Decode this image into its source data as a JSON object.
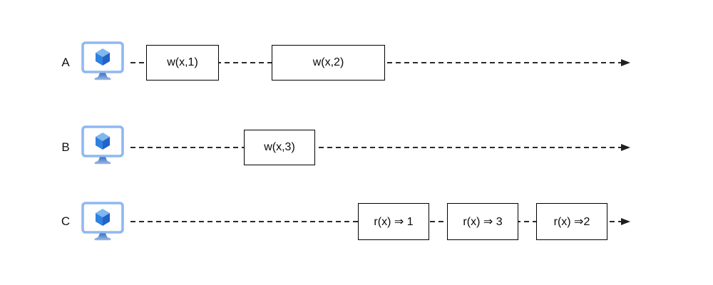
{
  "diagram": {
    "type": "replica-consistency-timeline",
    "rows": [
      {
        "label": "A",
        "node_icon": "vm-monitor-cube-icon",
        "events": [
          {
            "label": "w(x,1)"
          },
          {
            "label": "w(x,2)"
          }
        ]
      },
      {
        "label": "B",
        "node_icon": "vm-monitor-cube-icon",
        "events": [
          {
            "label": "w(x,3)"
          }
        ]
      },
      {
        "label": "C",
        "node_icon": "vm-monitor-cube-icon",
        "events": [
          {
            "label": "r(x) ⇒ 1"
          },
          {
            "label": "r(x) ⇒ 3"
          },
          {
            "label": "r(x) ⇒2"
          }
        ]
      }
    ],
    "colors": {
      "background": "#ffffff",
      "timeline": "#2a2a2a",
      "box_border": "#000000",
      "box_fill": "#ffffff",
      "icon_frame": "#8fb8f2",
      "cube_top": "#7fb7ef",
      "cube_left": "#3181e0",
      "cube_right": "#2063c9",
      "stand_top": "#3b74c4",
      "stand_bottom": "#9db9e4"
    }
  }
}
